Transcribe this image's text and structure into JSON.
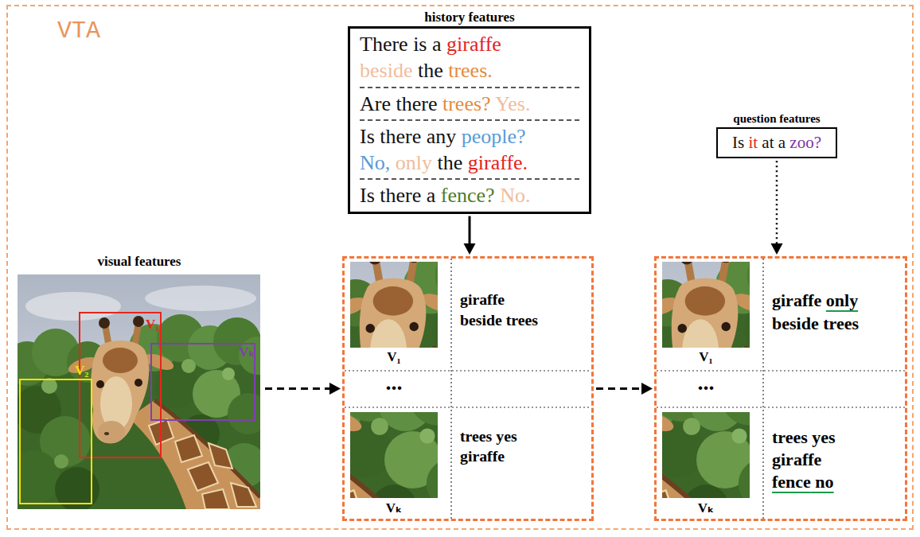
{
  "diagram": {
    "nodes": [
      {
        "text": [
          "VTA"
        ]
      },
      {
        "text": [
          "history features",
          "There is a giraffe beside the trees.",
          "Are there trees? Yes.",
          "Is there any people? No, only the giraffe.",
          "Is there a fence? No."
        ],
        "in": 0
      },
      {
        "text": [
          "question features",
          "Is it at a zoo?"
        ],
        "in": 0
      },
      {
        "text": [
          "visual features",
          "V₁",
          "V₂",
          "Vₖ"
        ],
        "in": 0
      },
      {
        "text": [
          "V₁",
          "giraffe beside trees",
          "...",
          "Vₖ",
          "trees yes giraffe"
        ],
        "in": 0
      },
      {
        "text": [
          "V₁",
          "giraffe only beside trees",
          "...",
          "Vₖ",
          "trees yes giraffe fence no"
        ],
        "in": 0
      }
    ],
    "edges": [
      {
        "from": 3,
        "to": 4,
        "arrow": "to"
      },
      {
        "from": 4,
        "to": 5,
        "arrow": "to"
      },
      {
        "from": 1,
        "to": 4,
        "arrow": "to"
      },
      {
        "from": 2,
        "to": 5,
        "arrow": "to"
      }
    ]
  }
}
